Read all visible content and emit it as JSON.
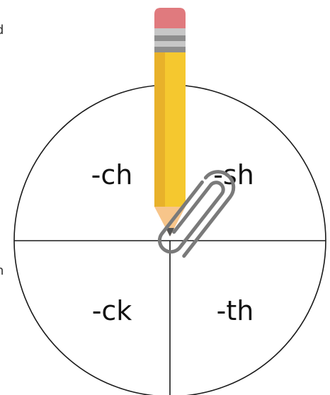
{
  "spinner": {
    "quadrants": {
      "top_left": "-ch",
      "top_right": "-sh",
      "bottom_left": "-ck",
      "bottom_right": "-th"
    }
  },
  "edge_text": {
    "top": "d",
    "middle": "n"
  },
  "icons": {
    "pointer": "pencil-icon",
    "spinner_clip": "paperclip-icon"
  },
  "colors": {
    "pencil_body": "#F2C12E",
    "pencil_eraser": "#E07A7E",
    "pencil_ferrule": "#B9B9B9",
    "pencil_wood": "#F7C58A",
    "paperclip": "#7A7A7A",
    "circle_line": "#1A1A1A"
  }
}
